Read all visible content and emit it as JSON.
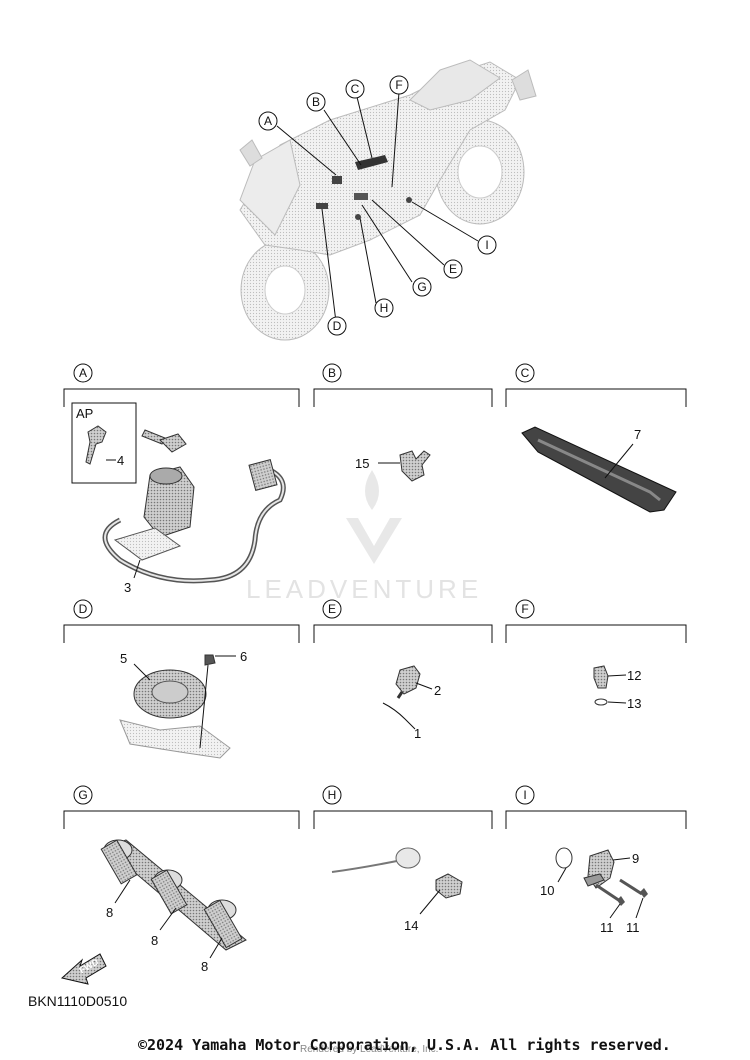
{
  "overview_callouts": [
    "A",
    "B",
    "C",
    "D",
    "E",
    "F",
    "G",
    "H",
    "I"
  ],
  "sections": [
    {
      "letter": "A",
      "parts": [
        "4",
        "3"
      ],
      "kit": "AP"
    },
    {
      "letter": "B",
      "parts": [
        "15"
      ]
    },
    {
      "letter": "C",
      "parts": [
        "7"
      ]
    },
    {
      "letter": "D",
      "parts": [
        "5",
        "6"
      ]
    },
    {
      "letter": "E",
      "parts": [
        "2",
        "1"
      ]
    },
    {
      "letter": "F",
      "parts": [
        "12",
        "13"
      ]
    },
    {
      "letter": "G",
      "parts": [
        "8",
        "8",
        "8"
      ]
    },
    {
      "letter": "H",
      "parts": [
        "14"
      ]
    },
    {
      "letter": "I",
      "parts": [
        "9",
        "10",
        "11",
        "11"
      ]
    }
  ],
  "fwd_label": "FWD",
  "diagram_code": "BKN1110D0510",
  "watermark": "LEADVENTURE",
  "footer": "©2024 Yamaha Motor Corporation, U.S.A. All rights reserved.",
  "rendered_by": "Rendered by LeadVenture, Inc."
}
